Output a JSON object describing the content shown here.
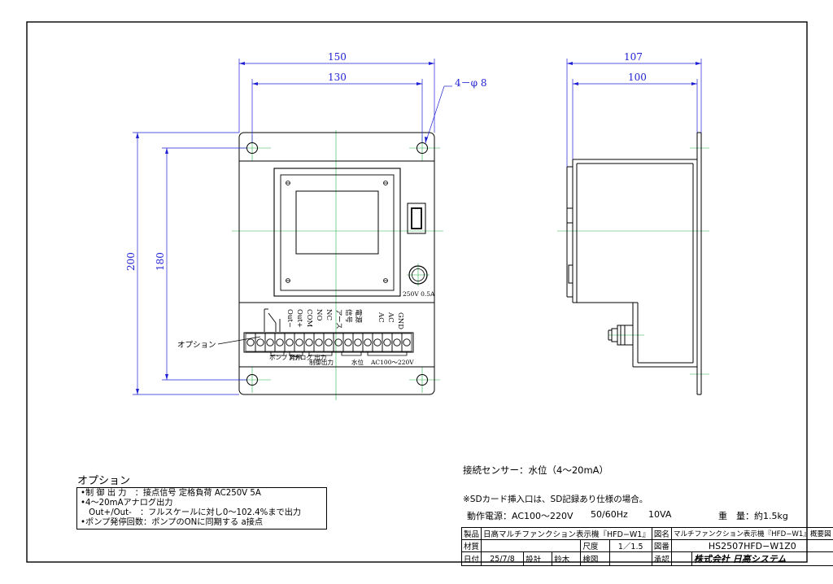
{
  "dimensions": {
    "front_width_outer": "150",
    "front_width_holes": "130",
    "hole_spec": "4－φ 8",
    "front_height_outer": "200",
    "front_height_holes": "180",
    "side_depth_outer": "107",
    "side_depth_body": "100"
  },
  "front_panel": {
    "fuse_rating": "250V 0.5A",
    "terminal_labels": [
      "Out−",
      "Out+",
      "COM",
      "NO",
      "NC",
      "アース",
      "信号",
      "電源",
      "AC",
      "AC",
      "GND"
    ],
    "bottom_labels": {
      "pump_stop": "ポンプ 発停",
      "analog": "アナログ 出力",
      "control": "制御出力",
      "level": "水位",
      "power": "AC100～220V"
    },
    "option_callout": "オプション"
  },
  "notes": {
    "sensor": "接続センサー：水位（4～20mA）",
    "sd_note": "※SDカード挿入口は、SD記録あり仕様の場合。",
    "power_supply": "動作電源：AC100～220V",
    "frequency": "50/60Hz",
    "capacity": "10VA",
    "weight": "重　量：約1.5kg"
  },
  "options": {
    "title": "オプション",
    "lines": [
      "•制 御 出 力　：接点信号 定格負荷 AC250V 5A",
      "•4～20mAアナログ出力",
      "　Out+/Out-　：フルスケールに対し0～102.4%まで出力",
      "•ポンプ発停回数：ポンプのONに同期する a接点"
    ]
  },
  "title_block": {
    "product_label": "製品",
    "product_value": "日高マルチファンクション表示機『HFD−W1』",
    "drawing_name_label": "図名",
    "drawing_name_value": "マルチファンクション表示機『HFD−W1』概要図",
    "material_label": "材質",
    "scale_label": "尺度",
    "scale_value": "1／1.5",
    "drawing_no_label": "図番",
    "drawing_no_value": "HS2507HFD−W1Z0",
    "date_label": "日付",
    "date_value": "25/7/8",
    "design_label": "設計",
    "design_value": "鈴木",
    "check_label": "検図",
    "approve_label": "承認",
    "company": "株式会社 日高システム"
  },
  "colors": {
    "line": "#000000",
    "dimension": "#1f1fd6",
    "centerline": "#22b04a"
  }
}
